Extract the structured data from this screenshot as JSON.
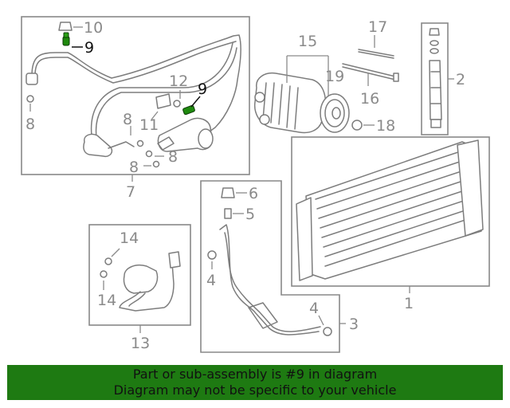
{
  "colors": {
    "banner_bg": "#1e7a12",
    "highlight_part": "#1f8a0e",
    "line_gray": "#7d7d7d",
    "label_gray": "#8a8a8a",
    "highlight_label": "#111111"
  },
  "callouts": {
    "c1": "1",
    "c2": "2",
    "c3": "3",
    "c4a": "4",
    "c4b": "4",
    "c5": "5",
    "c6": "6",
    "c7": "7",
    "c8a": "8",
    "c8b": "8",
    "c8c": "8",
    "c8d": "8",
    "c9a": "9",
    "c9b": "9",
    "c10": "10",
    "c11": "11",
    "c12": "12",
    "c13": "13",
    "c14a": "14",
    "c14b": "14",
    "c15": "15",
    "c16": "16",
    "c17": "17",
    "c18": "18",
    "c19": "19"
  },
  "banner": {
    "line1": "Part or sub-assembly is #9 in diagram",
    "line2": "Diagram may not be specific to your vehicle"
  }
}
